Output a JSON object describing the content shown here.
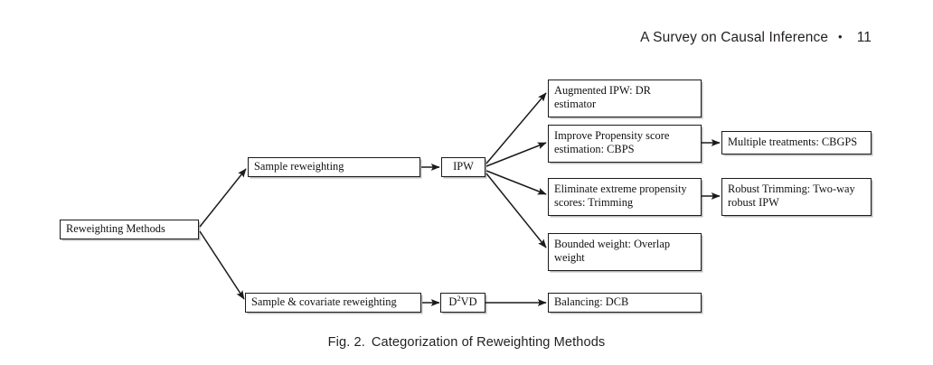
{
  "page": {
    "background": "#ffffff",
    "header": {
      "title": "A Survey on Causal Inference",
      "separator": "•",
      "page_number": "11"
    },
    "caption": {
      "number": "Fig. 2.",
      "text": "Categorization of Reweighting Methods"
    }
  },
  "figure": {
    "type": "flowchart",
    "orientation": "left-to-right",
    "line_color": "#1b1b1b",
    "box_fill": "#ffffff",
    "nodes": {
      "root": {
        "label": "Reweighting Methods"
      },
      "sample_reweighting": {
        "label": "Sample reweighting"
      },
      "sample_covariate_reweighting": {
        "label": "Sample & covariate reweighting"
      },
      "ipw": {
        "label": "IPW"
      },
      "d2vd": {
        "label_before": "D",
        "label_sup": "2",
        "label_after": "VD"
      },
      "augmented_ipw": {
        "label": "Augmented IPW:  DR\nestimator"
      },
      "improve_propensity": {
        "label": "Improve Propensity score\nestimation: CBPS"
      },
      "eliminate_extreme": {
        "label": "Eliminate extreme propensity\nscores: Trimming"
      },
      "bounded_weight": {
        "label": "Bounded weight: Overlap\nweight"
      },
      "multiple_treatments": {
        "label": "Multiple treatments: CBGPS"
      },
      "robust_trimming": {
        "label": "Robust Trimming: Two-way\nrobust IPW"
      },
      "balancing_dcb": {
        "label": "Balancing: DCB"
      }
    },
    "edges": [
      {
        "from": "root",
        "to": "sample_reweighting"
      },
      {
        "from": "root",
        "to": "sample_covariate_reweighting"
      },
      {
        "from": "sample_reweighting",
        "to": "ipw"
      },
      {
        "from": "sample_covariate_reweighting",
        "to": "d2vd"
      },
      {
        "from": "ipw",
        "to": "augmented_ipw"
      },
      {
        "from": "ipw",
        "to": "improve_propensity"
      },
      {
        "from": "ipw",
        "to": "eliminate_extreme"
      },
      {
        "from": "ipw",
        "to": "bounded_weight"
      },
      {
        "from": "improve_propensity",
        "to": "multiple_treatments"
      },
      {
        "from": "eliminate_extreme",
        "to": "robust_trimming"
      },
      {
        "from": "d2vd",
        "to": "balancing_dcb"
      }
    ]
  }
}
